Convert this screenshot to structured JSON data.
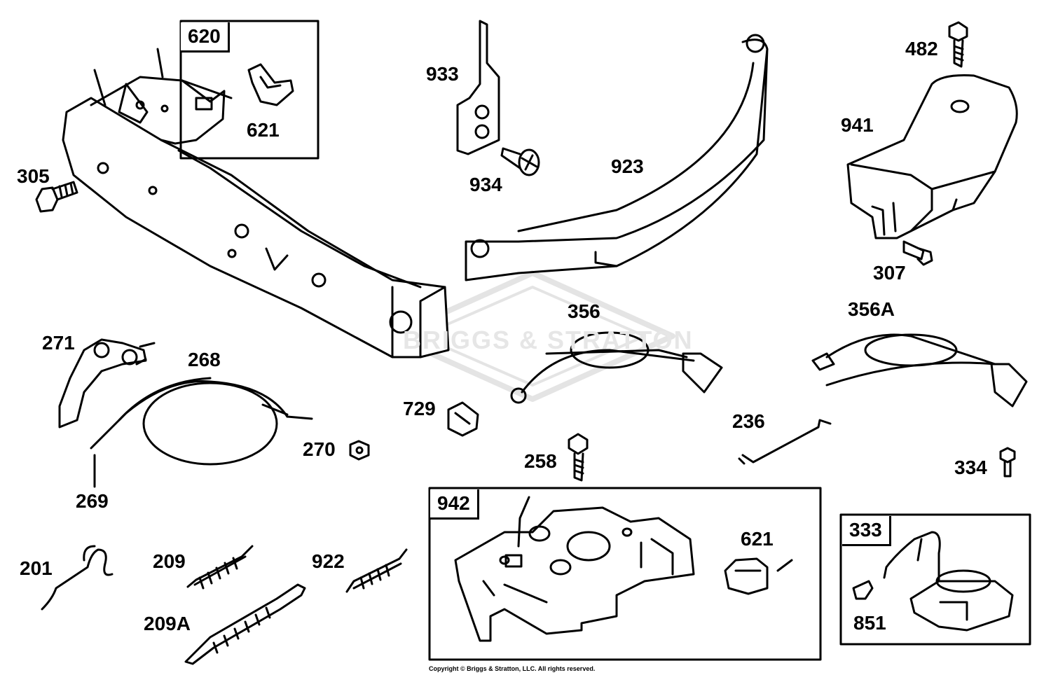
{
  "watermark": "BRIGGS & STRATTON",
  "copyright": "Copyright © Briggs & Stratton, LLC. All rights reserved.",
  "boxes": {
    "box_620": "620",
    "box_942": "942",
    "box_333": "333"
  },
  "labels": {
    "p621a": "621",
    "p305": "305",
    "p933": "933",
    "p934": "934",
    "p923": "923",
    "p482": "482",
    "p941": "941",
    "p307": "307",
    "p271": "271",
    "p268": "268",
    "p269": "269",
    "p270": "270",
    "p356": "356",
    "p356a": "356A",
    "p729": "729",
    "p236": "236",
    "p258": "258",
    "p334": "334",
    "p201": "201",
    "p209": "209",
    "p209a": "209A",
    "p922": "922",
    "p621b": "621",
    "p851": "851"
  }
}
